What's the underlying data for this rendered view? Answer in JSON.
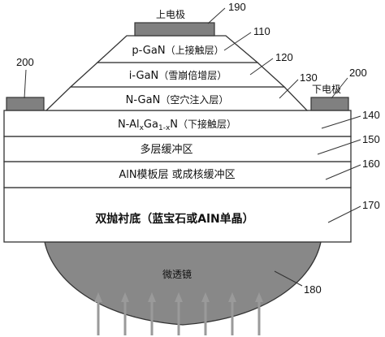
{
  "colors": {
    "electrode": "#808080",
    "lens": "#888888",
    "arrow": "#9a9a9a",
    "outline": "#333333"
  },
  "labels": {
    "top_electrode": "上电极",
    "bottom_electrode": "下电极",
    "p_gan_prefix": "p-GaN",
    "p_gan_note": "（上接触层）",
    "i_gan_prefix": "i-GaN",
    "i_gan_note": "（雪崩倍增层）",
    "n_gan_prefix": "N-GaN",
    "n_gan_note": "（空穴注入层）",
    "algan_p1": "N-Al",
    "algan_sub1": "x",
    "algan_p2": "Ga",
    "algan_sub2": "1-x",
    "algan_p3": "N",
    "algan_note": "（下接触层）",
    "multilayer_buffer": "多层缓冲区",
    "aln_template": "AlN模板层 或成核缓冲区",
    "substrate": "双抛衬底（蓝宝石或AlN单晶）",
    "microlens": "微透镜"
  },
  "refs": {
    "r110": "110",
    "r120": "120",
    "r130": "130",
    "r140": "140",
    "r150": "150",
    "r160": "160",
    "r170": "170",
    "r180": "180",
    "r190": "190",
    "r200_left": "200",
    "r200_right": "200"
  },
  "incident_light_arrow_count": 7
}
